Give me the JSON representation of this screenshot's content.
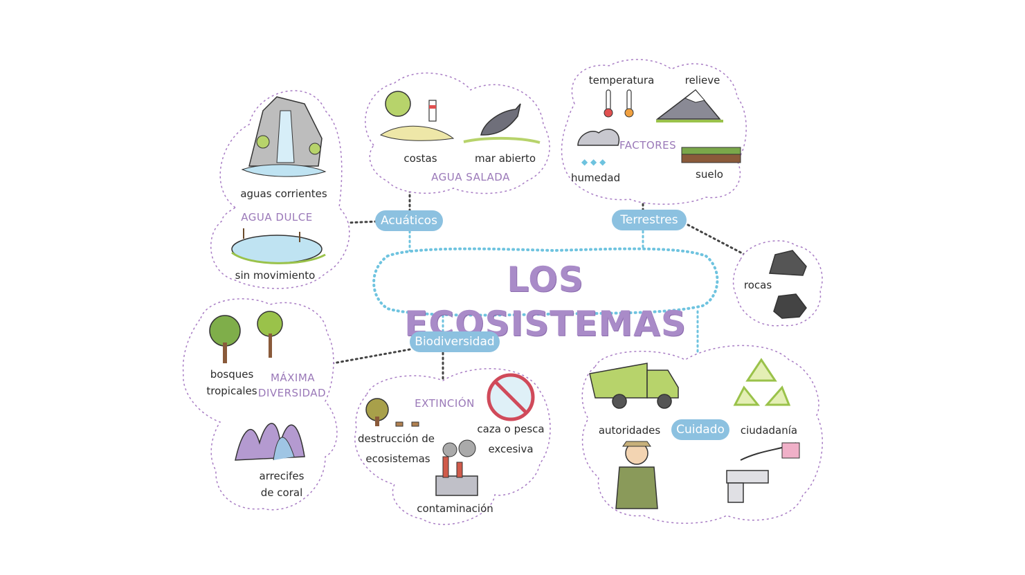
{
  "title": "LOS ECOSISTEMAS",
  "branches": {
    "acuaticos": "Acuáticos",
    "terrestres": "Terrestres",
    "biodiversidad": "Biodiversidad",
    "cuidado": "Cuidado"
  },
  "agua_dulce": {
    "category": "AGUA DULCE",
    "items": [
      "aguas corrientes",
      "sin movimiento"
    ]
  },
  "agua_salada": {
    "category": "AGUA SALADA",
    "items": [
      "costas",
      "mar abierto"
    ]
  },
  "factores": {
    "category": "FACTORES",
    "items": [
      "temperatura",
      "relieve",
      "humedad",
      "suelo"
    ]
  },
  "rocas": "rocas",
  "maxima_diversidad": {
    "category_line1": "MÁXIMA",
    "category_line2": "DIVERSIDAD",
    "items": [
      {
        "line1": "bosques",
        "line2": "tropicales"
      },
      {
        "line1": "arrecifes",
        "line2": "de coral"
      }
    ]
  },
  "extincion": {
    "category": "EXTINCIÓN",
    "items": [
      {
        "line1": "destrucción de",
        "line2": "ecosistemas"
      },
      {
        "line1": "caza o pesca",
        "line2": "excesiva"
      },
      {
        "line1": "contaminación",
        "line2": ""
      }
    ]
  },
  "cuidado": {
    "items": [
      "autoridades",
      "ciudadanía"
    ]
  },
  "colors": {
    "title": "#a98bc8",
    "pill": "#8cc1e0",
    "category": "#9a78b8",
    "cloud_border": "#a87cc4",
    "title_border": "#6ec3df"
  }
}
